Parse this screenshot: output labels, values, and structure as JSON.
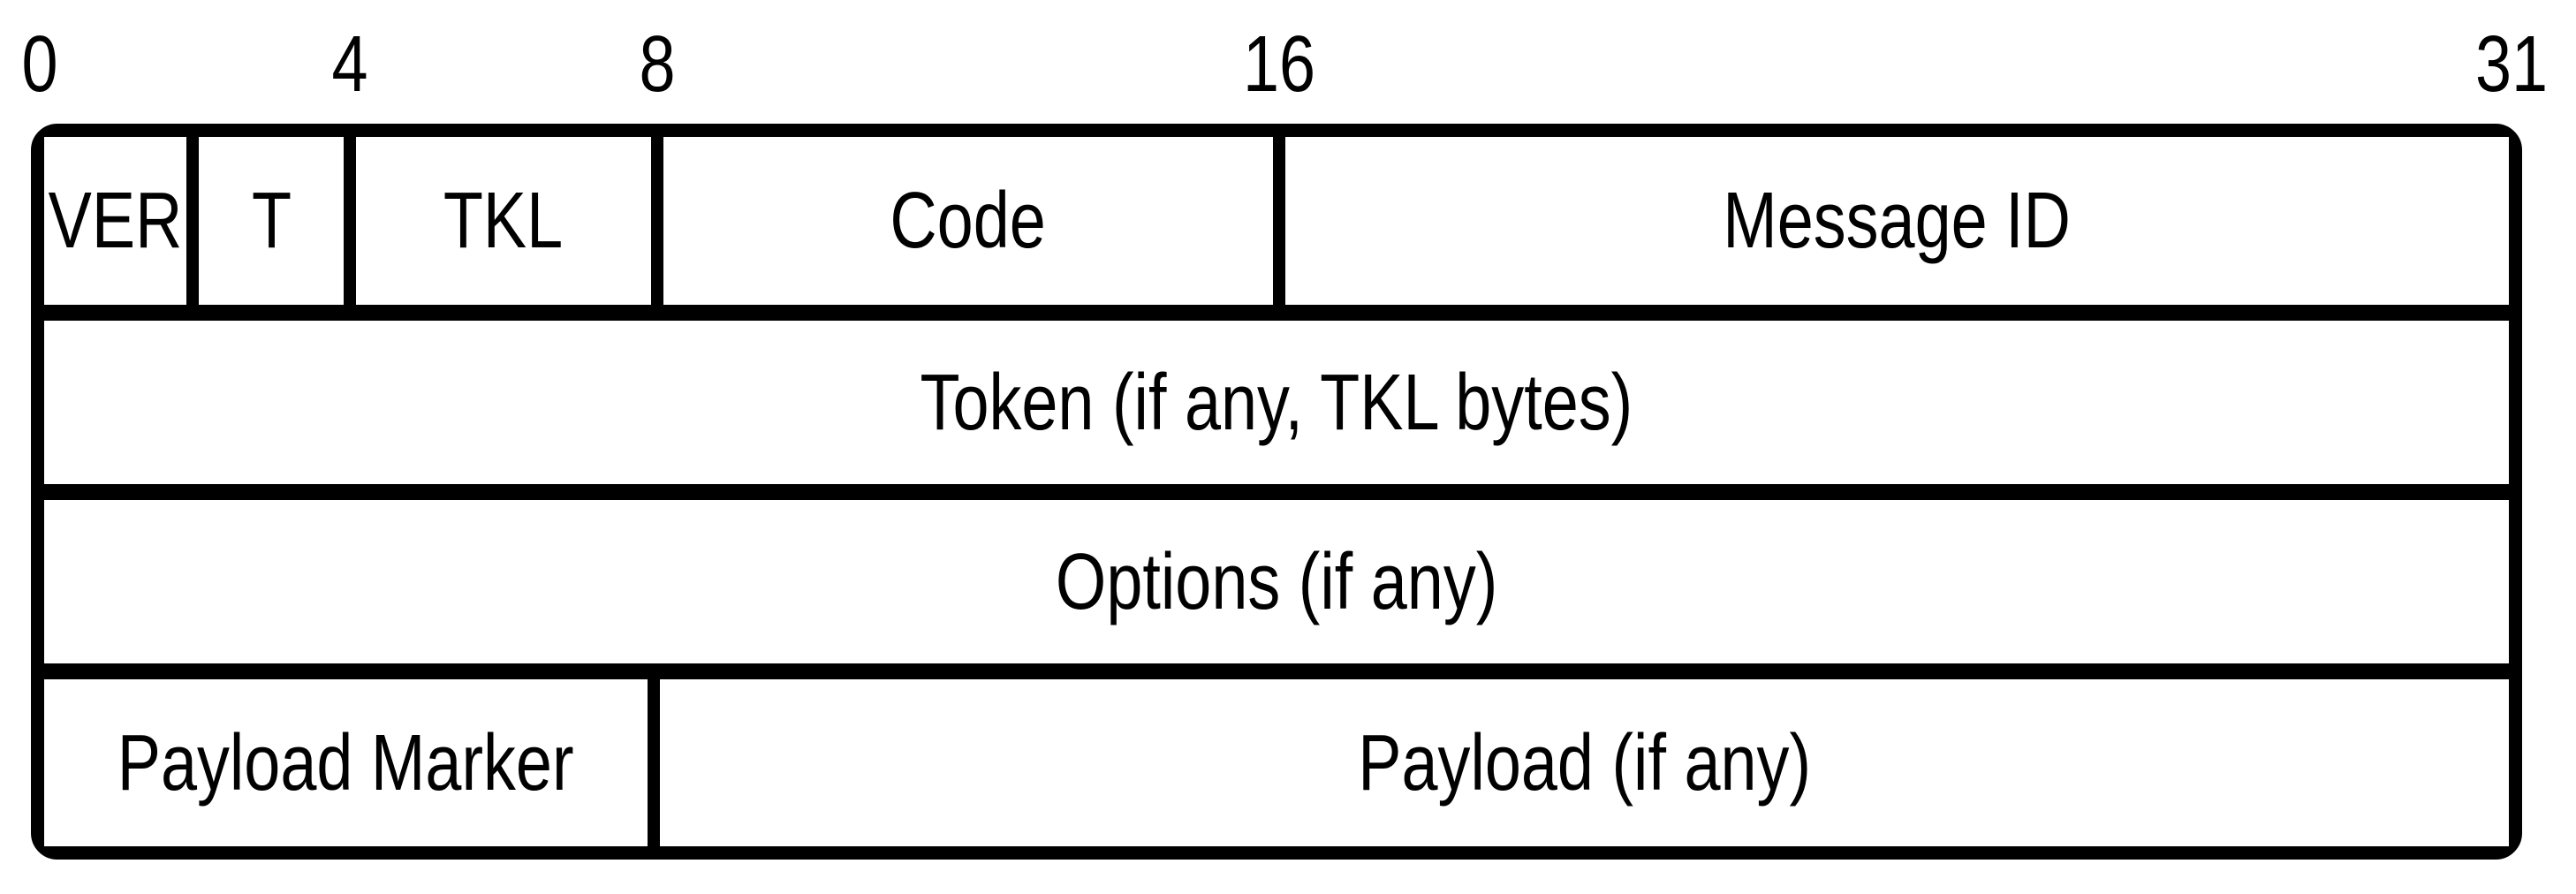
{
  "diagram": {
    "bit_labels": [
      "0",
      "4",
      "8",
      "16",
      "31"
    ],
    "rows": [
      {
        "name": "header-row",
        "cells": [
          {
            "label": "VER"
          },
          {
            "label": "T"
          },
          {
            "label": "TKL"
          },
          {
            "label": "Code"
          },
          {
            "label": "Message ID"
          }
        ]
      },
      {
        "name": "token-row",
        "cells": [
          {
            "label": "Token (if any, TKL bytes)"
          }
        ]
      },
      {
        "name": "options-row",
        "cells": [
          {
            "label": "Options (if any)"
          }
        ]
      },
      {
        "name": "payload-row",
        "cells": [
          {
            "label": "Payload Marker"
          },
          {
            "label": "Payload (if any)"
          }
        ]
      }
    ],
    "colors": {
      "line": "#000000",
      "background": "#ffffff"
    }
  }
}
